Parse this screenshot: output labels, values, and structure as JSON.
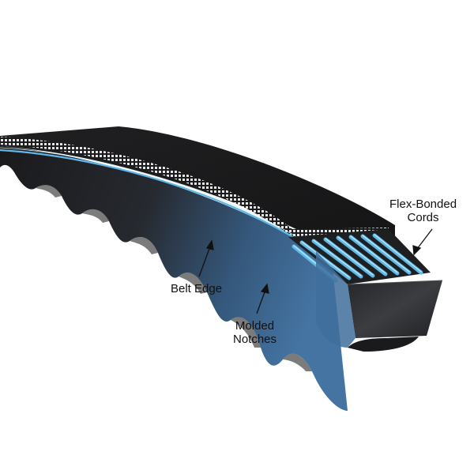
{
  "diagram": {
    "subject": "cogged V-belt cross-section illustration",
    "colors": {
      "belt_top": "#1c1c1e",
      "belt_side": "#2a2d33",
      "belt_side_blue": "#3f6e9c",
      "cord": "#5fb8e6",
      "cord_highlight": "#a9e0fb",
      "face": "#323336",
      "label_text": "#111111",
      "background": "#ffffff"
    },
    "labels": {
      "flex_bonded_line1": "Flex-Bonded",
      "flex_bonded_line2": "Cords",
      "belt_edge": "Belt Edge",
      "molded_line1": "Molded",
      "molded_line2": "Notches"
    }
  }
}
